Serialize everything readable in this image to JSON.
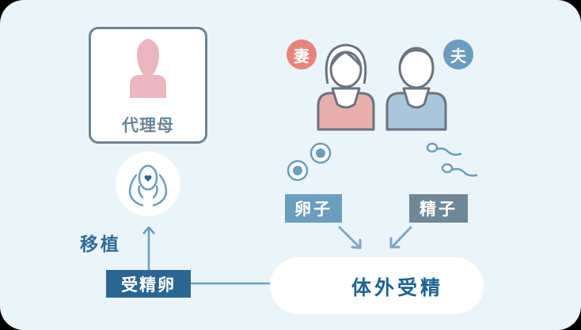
{
  "surrogate": {
    "label": "代理母"
  },
  "couple": {
    "wife_badge": "妻",
    "husband_badge": "夫"
  },
  "tags": {
    "egg": "卵子",
    "sperm": "精子",
    "embryo": "受精卵"
  },
  "process": {
    "ivf_label": "体外受精"
  },
  "transfer": {
    "label": "移植"
  },
  "colors": {
    "background": "#eaf4f9",
    "wife": "#e7837a",
    "husband": "#6a9dbd",
    "egg_tag": "#6b9dbf",
    "sperm_tag": "#6f8797",
    "embryo_tag": "#2b6591",
    "accent": "#1f6395",
    "pink": "#eab6c0"
  },
  "icons": [
    "woman-silhouette-icon",
    "egg-in-hands-icon",
    "woman-icon",
    "man-icon",
    "egg-cell-icon",
    "sperm-icon",
    "ivf-icon"
  ]
}
